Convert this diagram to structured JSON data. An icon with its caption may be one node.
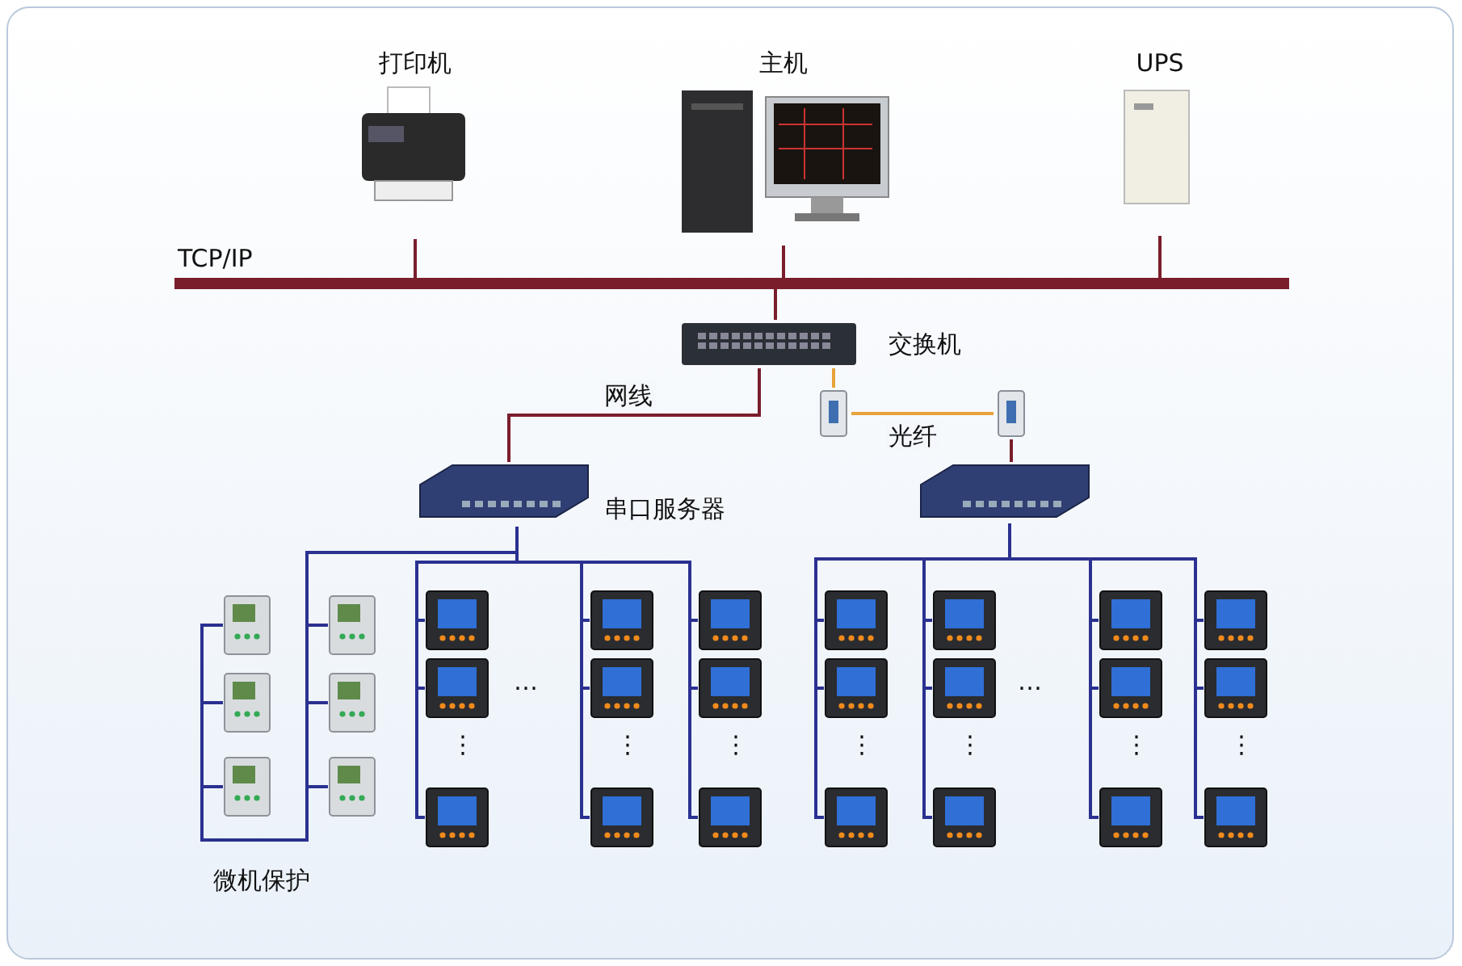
{
  "diagram": {
    "nodes": [
      {
        "text": [
          "打印机"
        ]
      },
      {
        "text": [
          "主机"
        ]
      },
      {
        "text": [
          "UPS"
        ]
      },
      {
        "text": [],
        "shape": "bar",
        "beside": [
          "TCP/IP"
        ]
      },
      {
        "text": [
          "交换机"
        ]
      },
      {
        "text": [],
        "shape": "picture"
      },
      {
        "text": [],
        "shape": "picture"
      },
      {
        "text": [
          "串口服务器"
        ]
      },
      {
        "text": [],
        "shape": "picture"
      },
      {
        "text": [],
        "shape": "picture"
      },
      {
        "text": [],
        "shape": "picture"
      },
      {
        "text": [],
        "shape": "picture"
      },
      {
        "text": [],
        "shape": "picture"
      },
      {
        "text": [],
        "shape": "picture"
      },
      {
        "text": [],
        "shape": "picture"
      },
      {
        "text": [],
        "shape": "picture"
      },
      {
        "text": [],
        "shape": "picture"
      },
      {
        "text": [],
        "shape": "picture"
      },
      {
        "text": [],
        "shape": "picture"
      },
      {
        "text": [],
        "shape": "picture"
      },
      {
        "text": [],
        "shape": "picture"
      },
      {
        "text": [],
        "shape": "picture"
      },
      {
        "text": [],
        "shape": "picture"
      },
      {
        "text": [],
        "shape": "picture"
      },
      {
        "text": [],
        "shape": "picture"
      },
      {
        "text": [],
        "shape": "picture"
      },
      {
        "text": [],
        "shape": "picture"
      },
      {
        "text": [],
        "shape": "picture"
      },
      {
        "text": [],
        "shape": "picture"
      },
      {
        "text": [],
        "shape": "picture"
      },
      {
        "text": [],
        "shape": "picture"
      },
      {
        "text": [],
        "shape": "picture"
      },
      {
        "text": [],
        "shape": "picture"
      },
      {
        "text": [],
        "shape": "picture"
      },
      {
        "text": [],
        "shape": "picture"
      },
      {
        "text": [],
        "shape": "picture"
      }
    ],
    "edges": [
      {
        "from": 0,
        "to": 3,
        "arrow": "none",
        "color": "#7a1e2c"
      },
      {
        "from": 1,
        "to": 3,
        "arrow": "none",
        "color": "#7a1e2c"
      },
      {
        "from": 2,
        "to": 3,
        "arrow": "none",
        "color": "#7a1e2c"
      },
      {
        "from": 3,
        "to": 4,
        "arrow": "none",
        "color": "#7a1e2c"
      },
      {
        "from": 4,
        "to": 7,
        "arrow": "none",
        "label": "网线",
        "color": "#7a1e2c"
      },
      {
        "from": 4,
        "to": 5,
        "arrow": "none",
        "color": "#e8a33a"
      },
      {
        "from": 5,
        "to": 6,
        "arrow": "none",
        "label": "光纤",
        "color": "#e8a33a"
      },
      {
        "from": 6,
        "to": 8,
        "arrow": "none",
        "color": "#7a1e2c"
      },
      {
        "from": 7,
        "to": 9,
        "arrow": "none"
      },
      {
        "from": 7,
        "to": 10,
        "arrow": "none"
      },
      {
        "from": 7,
        "to": 11,
        "arrow": "none"
      },
      {
        "from": 7,
        "to": 12,
        "arrow": "none"
      },
      {
        "from": 7,
        "to": 13,
        "arrow": "none"
      },
      {
        "from": 7,
        "to": 14,
        "arrow": "none"
      },
      {
        "from": 7,
        "to": 15,
        "arrow": "none"
      },
      {
        "from": 7,
        "to": 16,
        "arrow": "none"
      },
      {
        "from": 7,
        "to": 17,
        "arrow": "none"
      },
      {
        "from": 8,
        "to": 18,
        "arrow": "none"
      },
      {
        "from": 8,
        "to": 19,
        "arrow": "none"
      },
      {
        "from": 8,
        "to": 20,
        "arrow": "none"
      },
      {
        "from": 8,
        "to": 21,
        "arrow": "none"
      },
      {
        "from": 7,
        "to": 22,
        "arrow": "none"
      },
      {
        "from": 7,
        "to": 23,
        "arrow": "none"
      },
      {
        "from": 7,
        "to": 24,
        "arrow": "none"
      },
      {
        "from": 8,
        "to": 25,
        "arrow": "none"
      },
      {
        "from": 8,
        "to": 26,
        "arrow": "none"
      },
      {
        "from": 8,
        "to": 27,
        "arrow": "none"
      },
      {
        "from": 8,
        "to": 28,
        "arrow": "none"
      },
      {
        "from": 7,
        "to": 29,
        "arrow": "none"
      },
      {
        "from": 7,
        "to": 30,
        "arrow": "none"
      },
      {
        "from": 7,
        "to": 31,
        "arrow": "none"
      },
      {
        "from": 8,
        "to": 32,
        "arrow": "none"
      },
      {
        "from": 8,
        "to": 33,
        "arrow": "none"
      },
      {
        "from": 8,
        "to": 34,
        "arrow": "none"
      },
      {
        "from": 8,
        "to": 35,
        "arrow": "none"
      }
    ],
    "labels": [
      "…",
      "…",
      "⋮",
      "⋮",
      "⋮",
      "⋮",
      "⋮",
      "⋮",
      "⋮",
      "微机保护"
    ]
  }
}
